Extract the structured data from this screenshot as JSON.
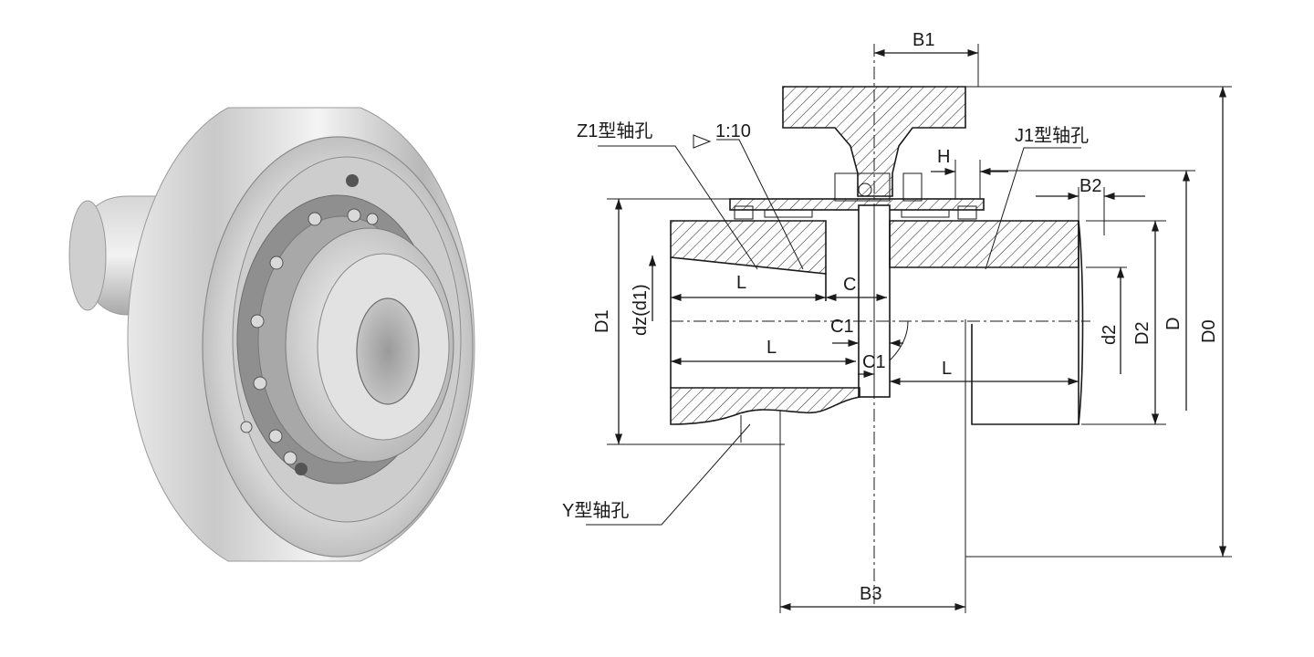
{
  "product_photo": {
    "subject": "drum-gear-coupling-icon"
  },
  "drawing": {
    "labels": {
      "b1": "B1",
      "b2": "B2",
      "b3": "B3",
      "h": "H",
      "c": "C",
      "c1_upper": "C1",
      "c1_lower": "C1",
      "l_top": "L",
      "l_mid": "L",
      "l_right": "L",
      "d1_left": "D1",
      "dz": "dz(d1)",
      "d2": "d2",
      "d2_upper": "D2",
      "d": "D",
      "d0": "D0",
      "taper": "1:10",
      "z1_bore": "Z1型轴孔",
      "j1_bore": "J1型轴孔",
      "y_bore": "Y型轴孔"
    }
  }
}
